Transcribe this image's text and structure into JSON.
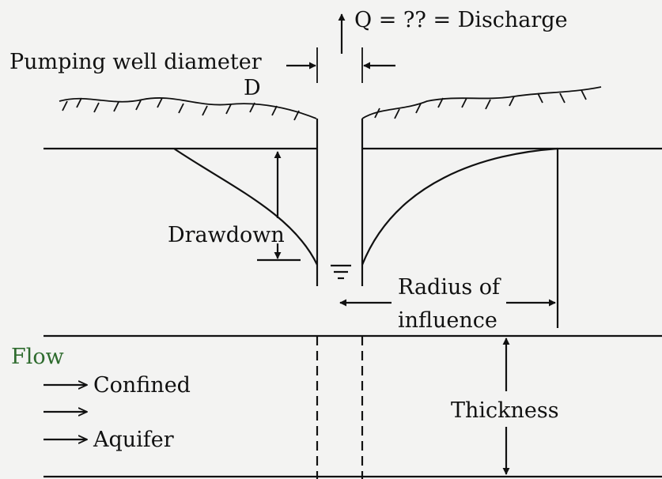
{
  "labels": {
    "discharge": "Q = ?? = Discharge",
    "well_diameter": "Pumping well diameter",
    "diameter_symbol": "D",
    "drawdown": "Drawdown",
    "radius_line1": "Radius of",
    "radius_line2": "influence",
    "flow": "Flow",
    "confined": "Confined",
    "aquifer": "Aquifer",
    "thickness": "Thickness"
  },
  "colors": {
    "line": "#111111",
    "background": "#f3f3f2",
    "flow_label": "#2e6b2e"
  }
}
